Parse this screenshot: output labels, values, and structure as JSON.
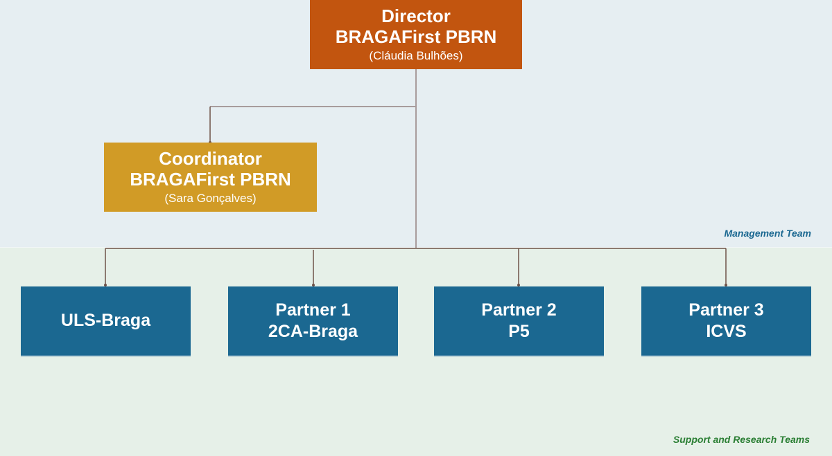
{
  "diagram": {
    "type": "org-chart",
    "sections": {
      "management": {
        "label": "Management Team",
        "label_color": "#1b6891",
        "background": "#e6eef2"
      },
      "support": {
        "label": "Support and Research Teams",
        "label_color": "#2a7e33",
        "background": "#e6f0e8"
      }
    },
    "director": {
      "role": "Director",
      "org": "BRAGAFirst PBRN",
      "person": "(Cláudia Bulhões)",
      "color": "#c2550f"
    },
    "coordinator": {
      "role": "Coordinator",
      "org": "BRAGAFirst PBRN",
      "person": "(Sara Gonçalves)",
      "color": "#d19b26"
    },
    "teams": [
      {
        "line1": "ULS-Braga",
        "line2": ""
      },
      {
        "line1": "Partner 1",
        "line2": "2CA-Braga"
      },
      {
        "line1": "Partner 2",
        "line2": "P5"
      },
      {
        "line1": "Partner 3",
        "line2": "ICVS"
      }
    ],
    "team_color": "#1b6891",
    "connector_color": "#6e5248",
    "edges": [
      {
        "from": "director",
        "to": "coordinator"
      },
      {
        "from": "director",
        "to": "teams.0"
      },
      {
        "from": "director",
        "to": "teams.1"
      },
      {
        "from": "director",
        "to": "teams.2"
      },
      {
        "from": "director",
        "to": "teams.3"
      }
    ]
  }
}
